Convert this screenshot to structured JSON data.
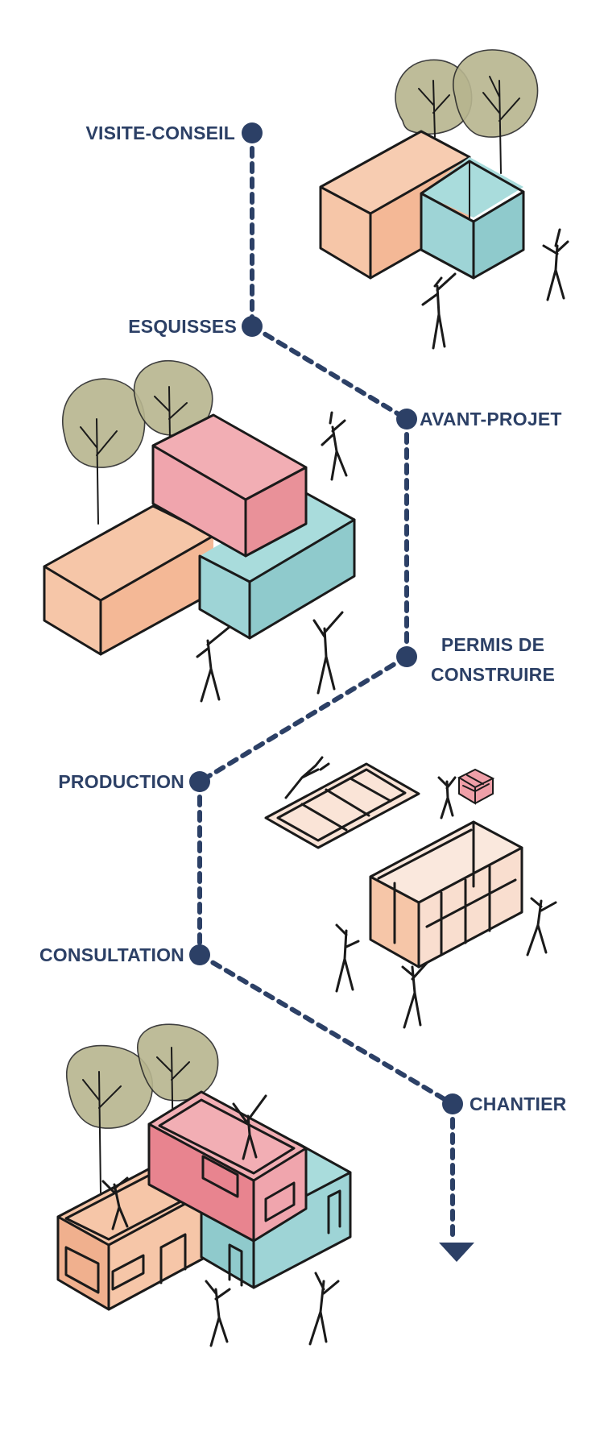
{
  "colors": {
    "navy": "#2c4066",
    "peach": "#f6c6a8",
    "teal": "#a9dcdc",
    "pink": "#ef9fa8",
    "tree": "#b7b58f",
    "ink": "#1a1a1a"
  },
  "steps": [
    {
      "label": "VISITE-CONSEIL"
    },
    {
      "label": "ESQUISSES"
    },
    {
      "label": "AVANT-PROJET"
    },
    {
      "label_line1": "PERMIS DE",
      "label_line2": "CONSTRUIRE"
    },
    {
      "label": "PRODUCTION"
    },
    {
      "label": "CONSULTATION"
    },
    {
      "label": "CHANTIER"
    }
  ],
  "illustrations": [
    {
      "name": "visite-conseil-scene",
      "icon": "two-box-house-with-trees-and-figures"
    },
    {
      "name": "avant-projet-scene",
      "icon": "three-box-house-with-trees-and-figures"
    },
    {
      "name": "production-scene",
      "icon": "frame-panels-and-module-carried-by-workers"
    },
    {
      "name": "chantier-scene",
      "icon": "finished-modular-house-with-trees-and-people"
    }
  ]
}
